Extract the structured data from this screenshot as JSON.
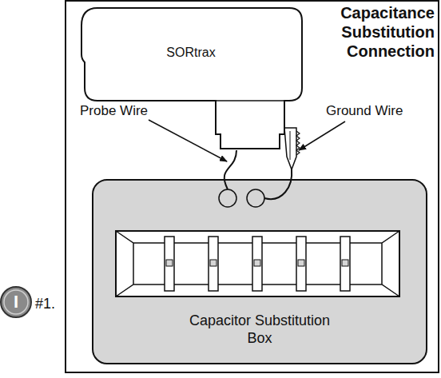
{
  "diagram": {
    "title": "Capacitance Substitution Connection",
    "nodes": [
      {
        "text": [
          "SORtrax"
        ]
      },
      {
        "text": [
          "Capacitor Substitution Box"
        ]
      }
    ],
    "edges": [
      {
        "from": 0,
        "to": 1,
        "arrow": "none"
      },
      {
        "from": 0,
        "to": 1,
        "arrow": "none"
      }
    ],
    "labels": [
      "Probe Wire",
      "Ground Wire",
      "I",
      "#1."
    ]
  }
}
